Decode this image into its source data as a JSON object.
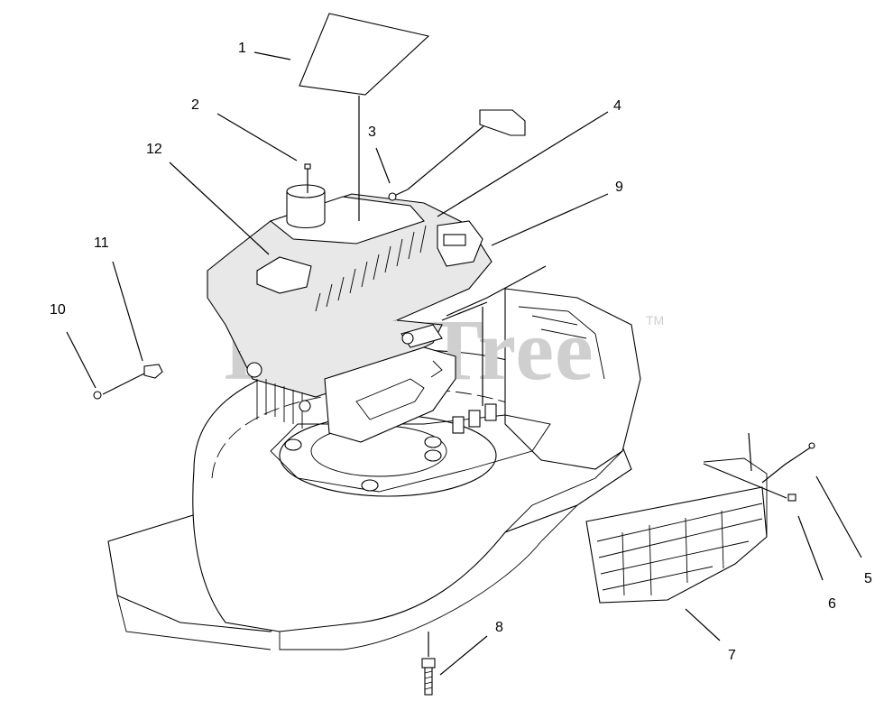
{
  "watermark": {
    "text": "PartsTree",
    "trademark": "TM"
  },
  "callouts": [
    {
      "number": "1"
    },
    {
      "number": "2"
    },
    {
      "number": "3"
    },
    {
      "number": "4"
    },
    {
      "number": "5"
    },
    {
      "number": "6"
    },
    {
      "number": "7"
    },
    {
      "number": "8"
    },
    {
      "number": "9"
    },
    {
      "number": "10"
    },
    {
      "number": "11"
    },
    {
      "number": "12"
    }
  ]
}
